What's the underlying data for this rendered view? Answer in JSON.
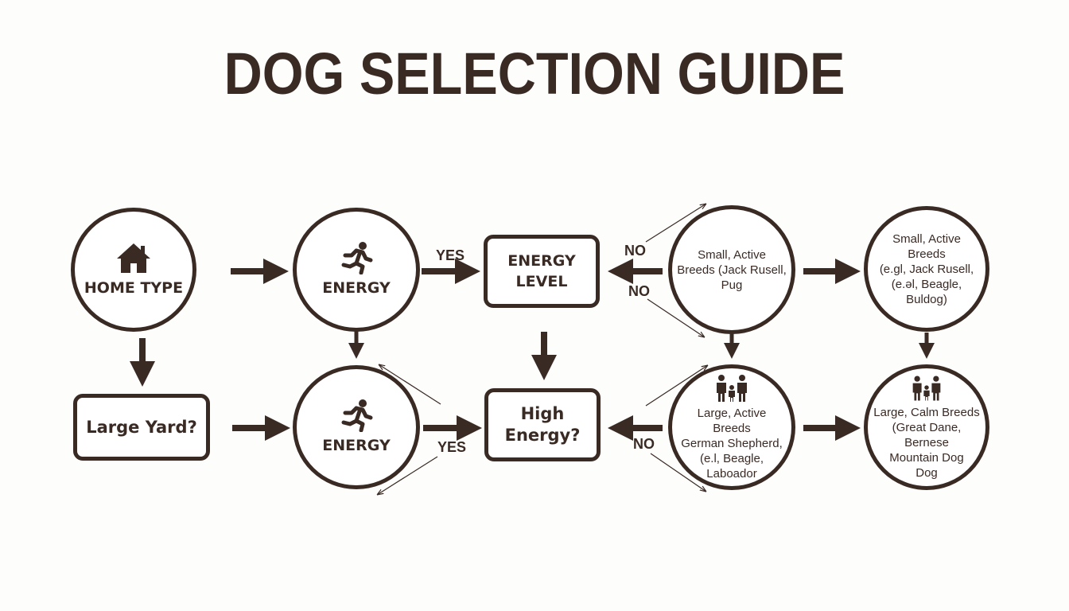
{
  "title": "DOG SELECTION GUIDE",
  "nodes": {
    "home_type": "HOME TYPE",
    "energy_top": "ENERGY",
    "energy_level": "ENERGY\nLEVEL",
    "small_active_1": "Small, Active\nBreeds (Jack Rusell,\nPug",
    "small_active_2": "Small, Active Breeds\n(e.gl, Jack Rusell,\n(e.əl, Beagle, Buldog)",
    "large_yard": "Large Yard?",
    "energy_bottom": "ENERGY",
    "high_energy": "High\nEnergy?",
    "large_active": "Large, Active Breeds\nGerman Shepherd,\n(e.l, Beagle,\nLaboador",
    "large_calm": "Large, Calm Breeds\n(Great Dane, Bernese\nMountain Dog\nDog"
  },
  "edge_labels": {
    "yes_top": "YES",
    "no_top_upper": "NO",
    "no_top_lower": "NO",
    "yes_bottom": "YES",
    "no_bottom": "NO"
  },
  "icons": {
    "home": "house-icon",
    "energy": "running-person-icon",
    "family": "family-icon"
  },
  "colors": {
    "ink": "#3a2a24",
    "background": "#fdfdfc"
  }
}
